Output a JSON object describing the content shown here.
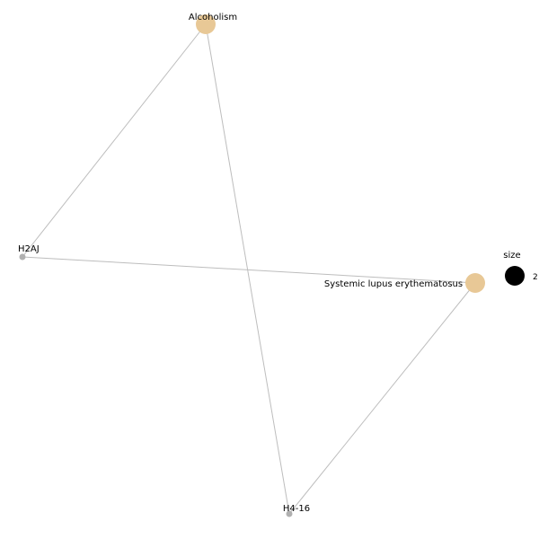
{
  "graph": {
    "nodes": [
      {
        "id": "alcoholism",
        "label": "Alcoholism",
        "kind": "disease",
        "color": "#e8c896"
      },
      {
        "id": "h2aj",
        "label": "H2AJ",
        "kind": "gene",
        "color": "#b0b0b0"
      },
      {
        "id": "sle",
        "label": "Systemic lupus erythematosus",
        "kind": "disease",
        "color": "#e8c896"
      },
      {
        "id": "h4-16",
        "label": "H4-16",
        "kind": "gene",
        "color": "#b0b0b0"
      }
    ],
    "edges": [
      {
        "source": "alcoholism",
        "target": "h2aj"
      },
      {
        "source": "alcoholism",
        "target": "h4-16"
      },
      {
        "source": "h2aj",
        "target": "sle"
      },
      {
        "source": "sle",
        "target": "h4-16"
      }
    ],
    "edge_color": "#bdbdbd"
  },
  "legend": {
    "title": "size",
    "value": "2",
    "marker_color": "#000000"
  }
}
